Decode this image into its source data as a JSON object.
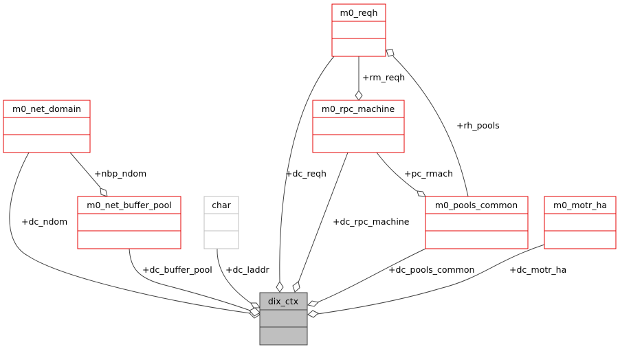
{
  "diagram": {
    "type": "collaboration-diagram",
    "colors": {
      "member_border": "#e50000",
      "external_border": "#bfbfbf",
      "focus_fill": "#bfbfbf",
      "focus_border": "#404040",
      "edge": "#404040"
    },
    "nodes": [
      {
        "id": "m0_reqh",
        "label": "m0_reqh",
        "kind": "member"
      },
      {
        "id": "m0_net_domain",
        "label": "m0_net_domain",
        "kind": "member"
      },
      {
        "id": "m0_rpc_machine",
        "label": "m0_rpc_machine",
        "kind": "member"
      },
      {
        "id": "m0_net_buffer_pool",
        "label": "m0_net_buffer_pool",
        "kind": "member"
      },
      {
        "id": "char",
        "label": "char",
        "kind": "external"
      },
      {
        "id": "m0_pools_common",
        "label": "m0_pools_common",
        "kind": "member"
      },
      {
        "id": "m0_motr_ha",
        "label": "m0_motr_ha",
        "kind": "member"
      },
      {
        "id": "dix_ctx",
        "label": "dix_ctx",
        "kind": "focus"
      }
    ],
    "edges": [
      {
        "from": "m0_reqh",
        "to": "m0_rpc_machine",
        "label": "+rm_reqh"
      },
      {
        "from": "m0_pools_common",
        "to": "m0_reqh",
        "label": "+rh_pools"
      },
      {
        "from": "m0_net_domain",
        "to": "m0_net_buffer_pool",
        "label": "+nbp_ndom"
      },
      {
        "from": "m0_rpc_machine",
        "to": "m0_pools_common",
        "label": "+pc_rmach"
      },
      {
        "from": "m0_reqh",
        "to": "dix_ctx",
        "label": "+dc_reqh"
      },
      {
        "from": "m0_rpc_machine",
        "to": "dix_ctx",
        "label": "+dc_rpc_machine"
      },
      {
        "from": "m0_net_domain",
        "to": "dix_ctx",
        "label": "+dc_ndom"
      },
      {
        "from": "m0_net_buffer_pool",
        "to": "dix_ctx",
        "label": "+dc_buffer_pool"
      },
      {
        "from": "char",
        "to": "dix_ctx",
        "label": "+dc_laddr"
      },
      {
        "from": "m0_pools_common",
        "to": "dix_ctx",
        "label": "+dc_pools_common"
      },
      {
        "from": "m0_motr_ha",
        "to": "dix_ctx",
        "label": "+dc_motr_ha"
      }
    ]
  }
}
